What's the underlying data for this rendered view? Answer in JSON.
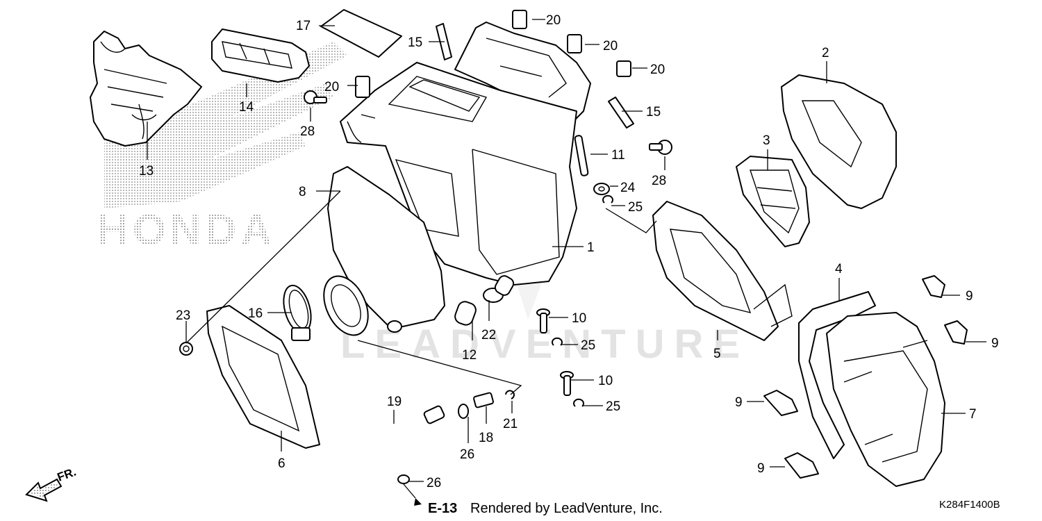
{
  "diagram": {
    "watermark_text": "LEADVENTURE",
    "brand_text": "HONDA",
    "credit": "Rendered by LeadVenture, Inc.",
    "diagram_code": "K284F1400B",
    "reference": "E-13",
    "direction_label": "FR.",
    "callouts": [
      {
        "id": "c1",
        "label": "1"
      },
      {
        "id": "c2",
        "label": "2"
      },
      {
        "id": "c3",
        "label": "3"
      },
      {
        "id": "c4",
        "label": "4"
      },
      {
        "id": "c5",
        "label": "5"
      },
      {
        "id": "c6",
        "label": "6"
      },
      {
        "id": "c7",
        "label": "7"
      },
      {
        "id": "c8",
        "label": "8"
      },
      {
        "id": "c9a",
        "label": "9"
      },
      {
        "id": "c9b",
        "label": "9"
      },
      {
        "id": "c9c",
        "label": "9"
      },
      {
        "id": "c9d",
        "label": "9"
      },
      {
        "id": "c10a",
        "label": "10"
      },
      {
        "id": "c10b",
        "label": "10"
      },
      {
        "id": "c11",
        "label": "11"
      },
      {
        "id": "c12",
        "label": "12"
      },
      {
        "id": "c13",
        "label": "13"
      },
      {
        "id": "c14",
        "label": "14"
      },
      {
        "id": "c15a",
        "label": "15"
      },
      {
        "id": "c15b",
        "label": "15"
      },
      {
        "id": "c16",
        "label": "16"
      },
      {
        "id": "c17",
        "label": "17"
      },
      {
        "id": "c18",
        "label": "18"
      },
      {
        "id": "c19",
        "label": "19"
      },
      {
        "id": "c20a",
        "label": "20"
      },
      {
        "id": "c20b",
        "label": "20"
      },
      {
        "id": "c20c",
        "label": "20"
      },
      {
        "id": "c20d",
        "label": "20"
      },
      {
        "id": "c21",
        "label": "21"
      },
      {
        "id": "c22",
        "label": "22"
      },
      {
        "id": "c23",
        "label": "23"
      },
      {
        "id": "c24",
        "label": "24"
      },
      {
        "id": "c25a",
        "label": "25"
      },
      {
        "id": "c25b",
        "label": "25"
      },
      {
        "id": "c25c",
        "label": "25"
      },
      {
        "id": "c26a",
        "label": "26"
      },
      {
        "id": "c26b",
        "label": "26"
      },
      {
        "id": "c28a",
        "label": "28"
      },
      {
        "id": "c28b",
        "label": "28"
      }
    ]
  }
}
